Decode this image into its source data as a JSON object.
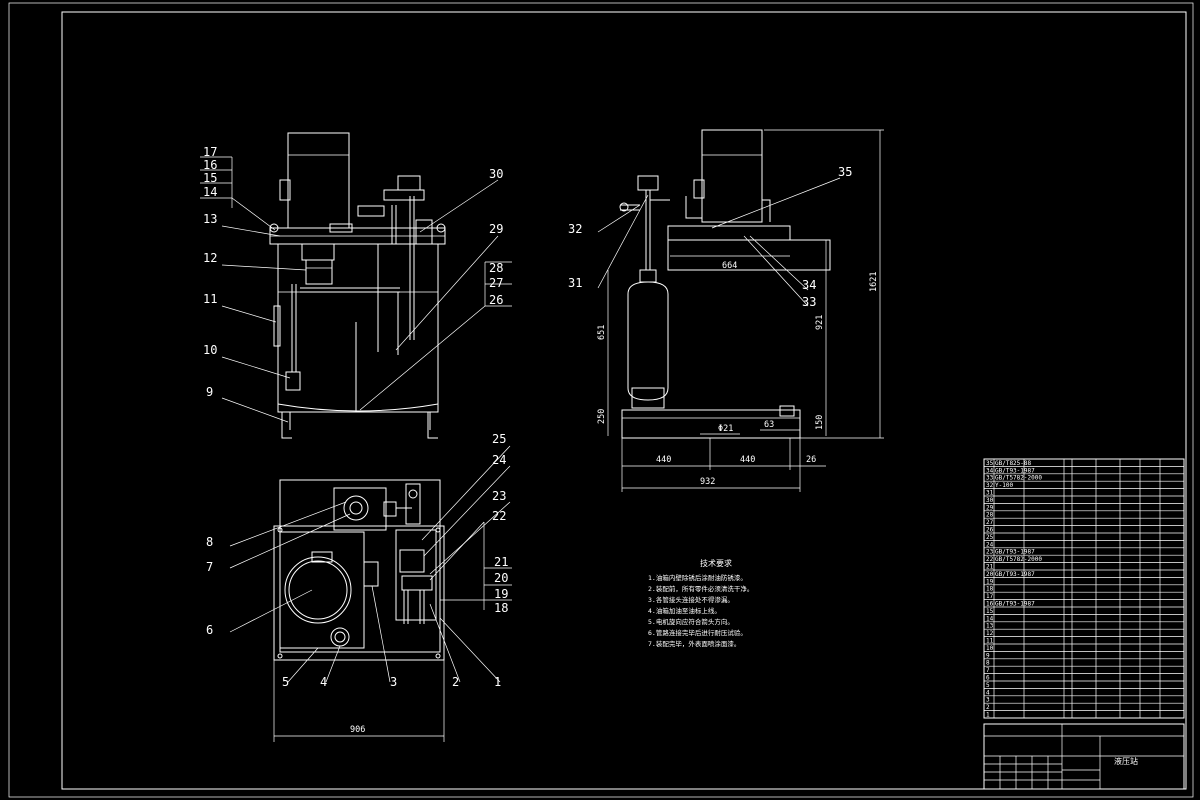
{
  "colors": {
    "background": "#000000",
    "line": "#ffffff"
  },
  "balloons": {
    "b1": "1",
    "b2": "2",
    "b3": "3",
    "b4": "4",
    "b5": "5",
    "b6": "6",
    "b7": "7",
    "b8": "8",
    "b9": "9",
    "b10": "10",
    "b11": "11",
    "b12": "12",
    "b13": "13",
    "b14": "14",
    "b15": "15",
    "b16": "16",
    "b17": "17",
    "b18": "18",
    "b19": "19",
    "b20": "20",
    "b21": "21",
    "b22": "22",
    "b23": "23",
    "b24": "24",
    "b25": "25",
    "b26": "26",
    "b27": "27",
    "b28": "28",
    "b29": "29",
    "b30": "30",
    "b31": "31",
    "b32": "32",
    "b33": "33",
    "b34": "34",
    "b35": "35"
  },
  "dimensions": {
    "d664": "664",
    "d651": "651",
    "d921": "921",
    "d1621": "1621",
    "d250": "250",
    "d150": "150",
    "d63": "63",
    "dphi21": "Φ21",
    "d440a": "440",
    "d440b": "440",
    "d26": "26",
    "d932": "932",
    "d906": "906"
  },
  "notes": {
    "heading": "技术要求",
    "lines": [
      "1.油箱内壁除锈后涂耐油防锈漆。",
      "2.装配前，所有零件必须清洗干净。",
      "3.各管接头连接处不得渗漏。",
      "4.油箱加油至油标上线。",
      "5.电机旋向应符合箭头方向。",
      "6.管路连接完毕后进行耐压试验。",
      "7.装配完毕，外表面喷涂面漆。"
    ]
  },
  "bom": [
    {
      "no": "35",
      "code": "GB/T825-88"
    },
    {
      "no": "34",
      "code": "GB/T93-1987"
    },
    {
      "no": "33",
      "code": "GB/T5782-2000"
    },
    {
      "no": "32",
      "code": "Y-100"
    },
    {
      "no": "31",
      "code": ""
    },
    {
      "no": "30",
      "code": ""
    },
    {
      "no": "29",
      "code": ""
    },
    {
      "no": "28",
      "code": ""
    },
    {
      "no": "27",
      "code": ""
    },
    {
      "no": "26",
      "code": ""
    },
    {
      "no": "25",
      "code": ""
    },
    {
      "no": "24",
      "code": ""
    },
    {
      "no": "23",
      "code": "GB/T93-1987"
    },
    {
      "no": "22",
      "code": "GB/T5782-2000"
    },
    {
      "no": "21",
      "code": ""
    },
    {
      "no": "20",
      "code": "GB/T93-1987"
    },
    {
      "no": "19",
      "code": ""
    },
    {
      "no": "18",
      "code": ""
    },
    {
      "no": "17",
      "code": ""
    },
    {
      "no": "16",
      "code": "GB/T93-1987"
    },
    {
      "no": "15",
      "code": ""
    },
    {
      "no": "14",
      "code": ""
    },
    {
      "no": "13",
      "code": ""
    },
    {
      "no": "12",
      "code": ""
    },
    {
      "no": "11",
      "code": ""
    },
    {
      "no": "10",
      "code": ""
    },
    {
      "no": "9",
      "code": ""
    },
    {
      "no": "8",
      "code": ""
    },
    {
      "no": "7",
      "code": ""
    },
    {
      "no": "6",
      "code": ""
    },
    {
      "no": "5",
      "code": ""
    },
    {
      "no": "4",
      "code": ""
    },
    {
      "no": "3",
      "code": ""
    },
    {
      "no": "2",
      "code": ""
    },
    {
      "no": "1",
      "code": ""
    }
  ],
  "title_block": {
    "drawing_title": "液压站",
    "material": ""
  }
}
